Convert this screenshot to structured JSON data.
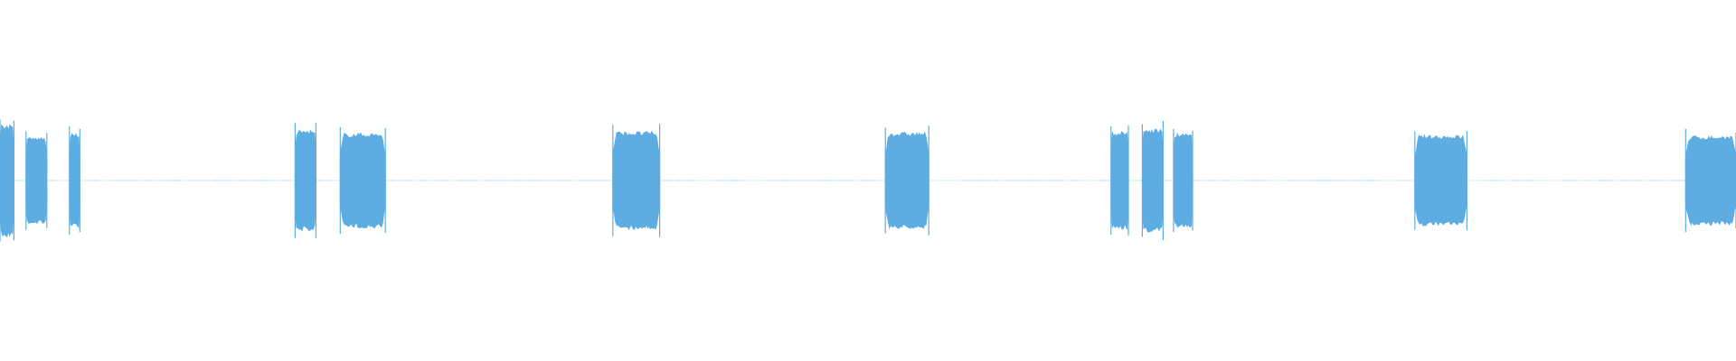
{
  "waveform": {
    "color": "#5dade2",
    "background": "#ffffff",
    "baseline_amplitude": 0.006,
    "bursts": [
      {
        "start": 0.0,
        "end": 0.008,
        "amplitude": 0.78
      },
      {
        "start": 0.015,
        "end": 0.027,
        "amplitude": 0.6
      },
      {
        "start": 0.04,
        "end": 0.046,
        "amplitude": 0.65
      },
      {
        "start": 0.17,
        "end": 0.182,
        "amplitude": 0.7
      },
      {
        "start": 0.196,
        "end": 0.222,
        "amplitude": 0.66
      },
      {
        "start": 0.353,
        "end": 0.38,
        "amplitude": 0.68
      },
      {
        "start": 0.51,
        "end": 0.535,
        "amplitude": 0.67
      },
      {
        "start": 0.64,
        "end": 0.65,
        "amplitude": 0.68
      },
      {
        "start": 0.658,
        "end": 0.67,
        "amplitude": 0.72
      },
      {
        "start": 0.676,
        "end": 0.687,
        "amplitude": 0.65
      },
      {
        "start": 0.815,
        "end": 0.845,
        "amplitude": 0.63
      },
      {
        "start": 0.971,
        "end": 1.0,
        "amplitude": 0.62
      }
    ]
  }
}
